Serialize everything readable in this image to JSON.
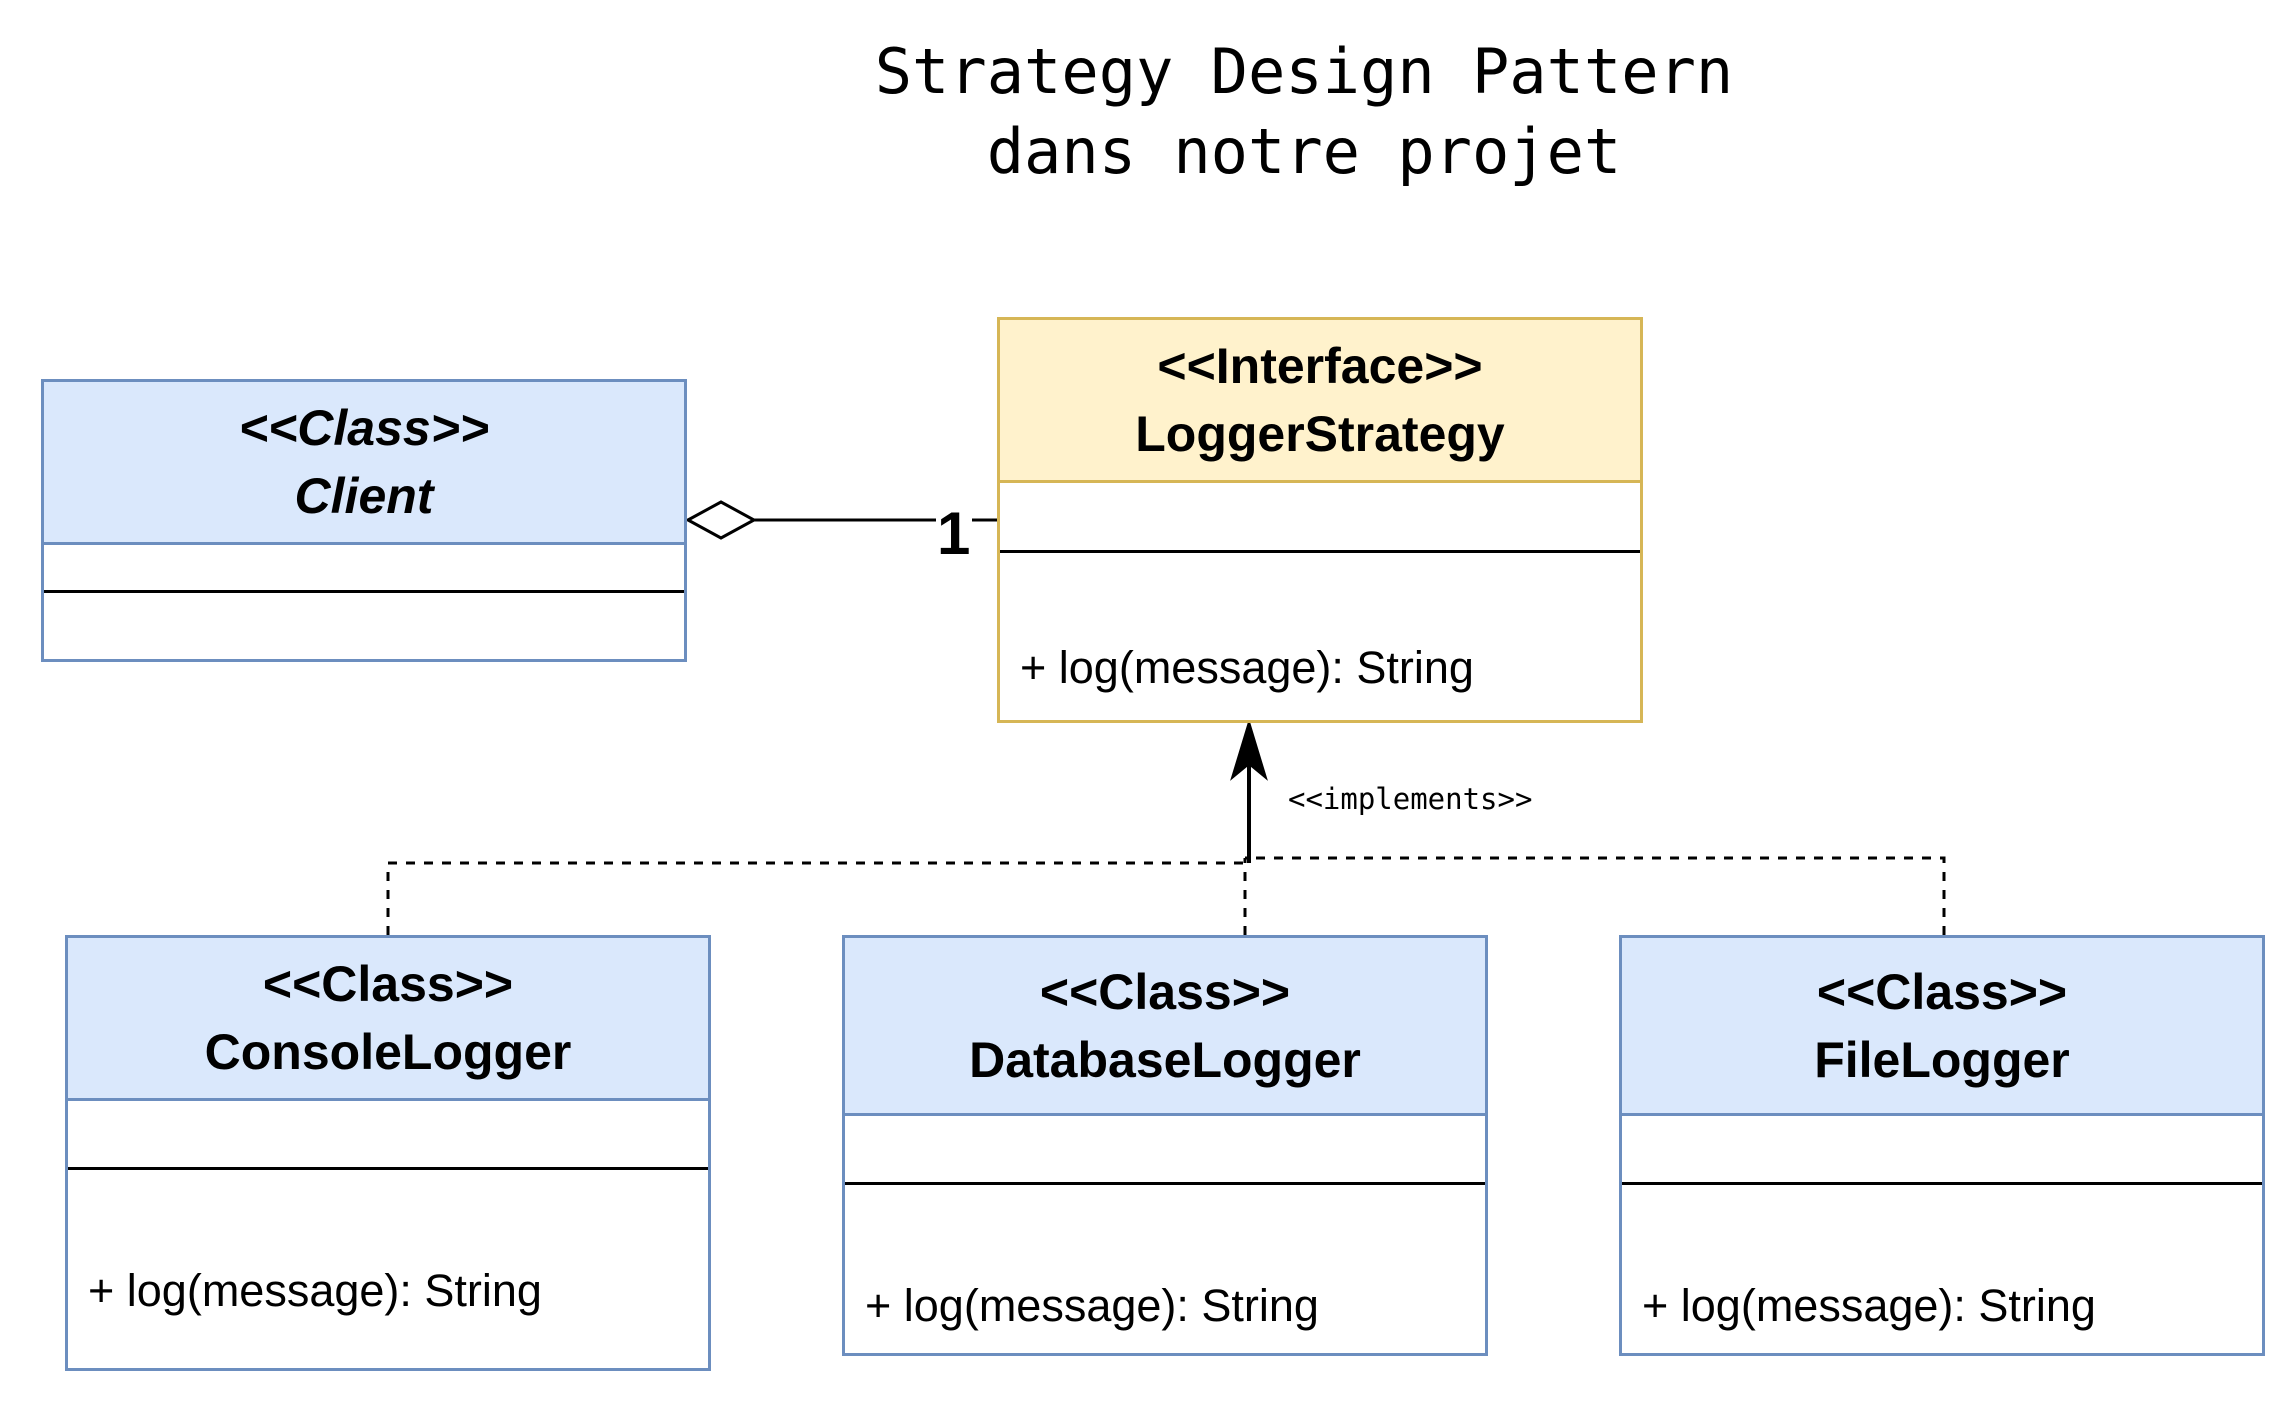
{
  "title": "Strategy Design Pattern\ndans notre projet",
  "colors": {
    "class_fill": "#dae8fc",
    "class_border": "#6c8ebf",
    "interface_fill": "#fff2cc",
    "interface_border": "#d6b656"
  },
  "classes": {
    "client": {
      "stereotype": "<<Class>>",
      "name": "Client"
    },
    "logger_strategy": {
      "stereotype": "<<Interface>>",
      "name": "LoggerStrategy",
      "operation": "+ log(message): String"
    },
    "console_logger": {
      "stereotype": "<<Class>>",
      "name": "ConsoleLogger",
      "operation": "+ log(message): String"
    },
    "database_logger": {
      "stereotype": "<<Class>>",
      "name": "DatabaseLogger",
      "operation": "+ log(message): String"
    },
    "file_logger": {
      "stereotype": "<<Class>>",
      "name": "FileLogger",
      "operation": "+ log(message): String"
    }
  },
  "relations": {
    "aggregation_multiplicity": "1",
    "implements_label": "<<implements>>"
  }
}
